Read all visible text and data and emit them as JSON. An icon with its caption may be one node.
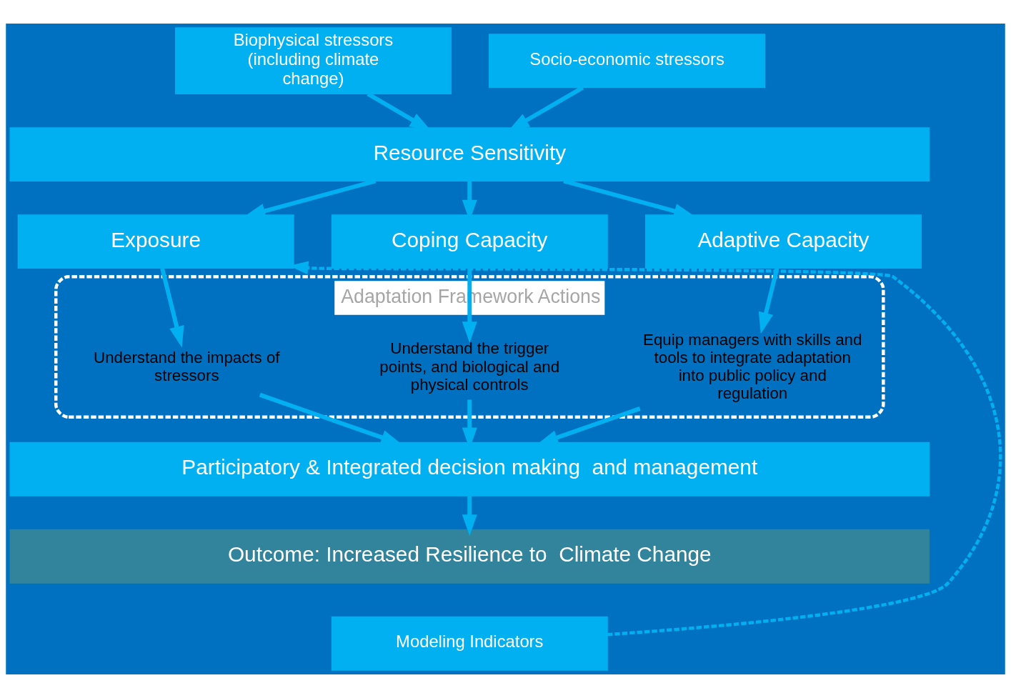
{
  "diagram": {
    "nodes": [
      {
        "text": [
          "Biophysical stressors (including climate change)"
        ]
      },
      {
        "text": [
          "Socio-economic stressors"
        ]
      },
      {
        "text": [
          "Resource Sensitivity"
        ]
      },
      {
        "text": [
          "Exposure"
        ]
      },
      {
        "text": [
          "Coping Capacity"
        ]
      },
      {
        "text": [
          "Adaptive Capacity"
        ]
      },
      {
        "text": [
          "Adaptation Framework Actions"
        ]
      },
      {
        "text": [
          "Understand the impacts of stressors"
        ],
        "in": 6
      },
      {
        "text": [
          "Understand the trigger points, and biological and physical controls"
        ],
        "in": 6
      },
      {
        "text": [
          "Equip managers with skills and tools to integrate adaptation into public policy and regulation"
        ],
        "in": 6
      },
      {
        "text": [
          "Participatory & Integrated decision making  and management"
        ]
      },
      {
        "text": [
          "Outcome: Increased Resilience to  Climate Change"
        ]
      },
      {
        "text": [
          "Modeling Indicators"
        ]
      }
    ],
    "edges": [
      {
        "from": 0,
        "to": 2,
        "arrow": "to"
      },
      {
        "from": 1,
        "to": 2,
        "arrow": "to"
      },
      {
        "from": 2,
        "to": 3,
        "arrow": "to"
      },
      {
        "from": 2,
        "to": 4,
        "arrow": "to"
      },
      {
        "from": 2,
        "to": 5,
        "arrow": "to"
      },
      {
        "from": 3,
        "to": 7,
        "arrow": "to"
      },
      {
        "from": 4,
        "to": 8,
        "arrow": "to"
      },
      {
        "from": 5,
        "to": 9,
        "arrow": "to"
      },
      {
        "from": 7,
        "to": 10,
        "arrow": "to"
      },
      {
        "from": 8,
        "to": 10,
        "arrow": "to"
      },
      {
        "from": 9,
        "to": 10,
        "arrow": "to"
      },
      {
        "from": 10,
        "to": 11,
        "arrow": "to"
      },
      {
        "from": 12,
        "to": 3,
        "arrow": "to",
        "style": "dashed"
      }
    ]
  }
}
